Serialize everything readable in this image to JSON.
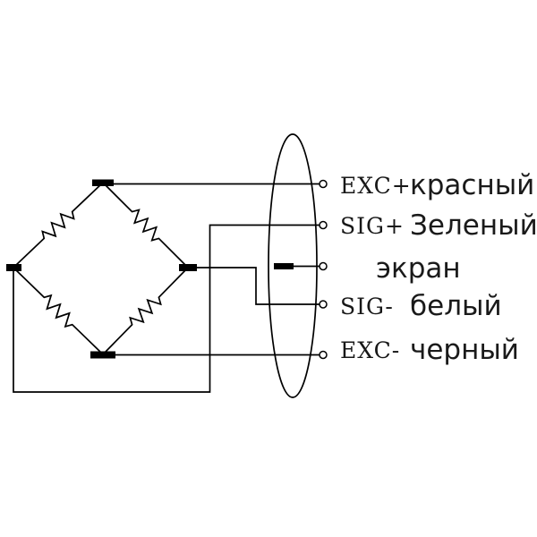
{
  "terminals": [
    {
      "signal": "EXC+",
      "wire": "красный"
    },
    {
      "signal": "SIG+",
      "wire": "Зеленый"
    },
    {
      "signal": "",
      "wire": "экран"
    },
    {
      "signal": "SIG-",
      "wire": "белый"
    },
    {
      "signal": "EXC-",
      "wire": "черный"
    }
  ],
  "colors": {
    "line": "#000000",
    "background": "#ffffff"
  }
}
